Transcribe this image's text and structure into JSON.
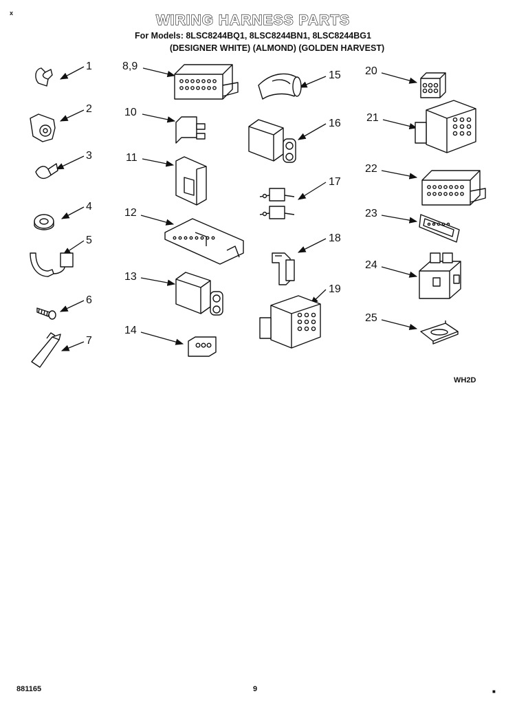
{
  "header": {
    "title": "WIRING HARNESS PARTS",
    "models": "For Models: 8LSC8244BQ1, 8LSC8244BN1, 8LSC8244BG1",
    "colors": "(DESIGNER WHITE) (ALMOND) (GOLDEN HARVEST)"
  },
  "corner_marks": {
    "top_left": "x",
    "bottom_right": "■"
  },
  "footer": {
    "doc_number": "881165",
    "page": "9",
    "figure_code": "WH2D"
  },
  "parts": [
    {
      "label": "1",
      "icon": "clip-icon"
    },
    {
      "label": "2",
      "icon": "clamp-icon"
    },
    {
      "label": "3",
      "icon": "retainer-clip-icon"
    },
    {
      "label": "4",
      "icon": "grommet-icon"
    },
    {
      "label": "5",
      "icon": "strap-clamp-icon"
    },
    {
      "label": "6",
      "icon": "screw-icon"
    },
    {
      "label": "7",
      "icon": "wire-tie-icon"
    },
    {
      "label": "8,9",
      "icon": "multi-pin-housing-icon"
    },
    {
      "label": "10",
      "icon": "small-connector-icon"
    },
    {
      "label": "11",
      "icon": "plug-housing-icon"
    },
    {
      "label": "12",
      "icon": "terminal-block-icon"
    },
    {
      "label": "13",
      "icon": "two-pin-connector-icon"
    },
    {
      "label": "14",
      "icon": "three-pin-connector-icon"
    },
    {
      "label": "15",
      "icon": "cable-sleeve-icon"
    },
    {
      "label": "16",
      "icon": "two-pin-connector-icon"
    },
    {
      "label": "17",
      "icon": "terminal-connector-icon"
    },
    {
      "label": "18",
      "icon": "bracket-connector-icon"
    },
    {
      "label": "19",
      "icon": "twelve-pin-housing-icon"
    },
    {
      "label": "20",
      "icon": "six-pin-housing-icon"
    },
    {
      "label": "21",
      "icon": "twelve-pin-housing-icon"
    },
    {
      "label": "22",
      "icon": "multi-pin-housing-icon"
    },
    {
      "label": "23",
      "icon": "edge-connector-icon"
    },
    {
      "label": "24",
      "icon": "four-pin-housing-icon"
    },
    {
      "label": "25",
      "icon": "mounting-plate-icon"
    }
  ]
}
